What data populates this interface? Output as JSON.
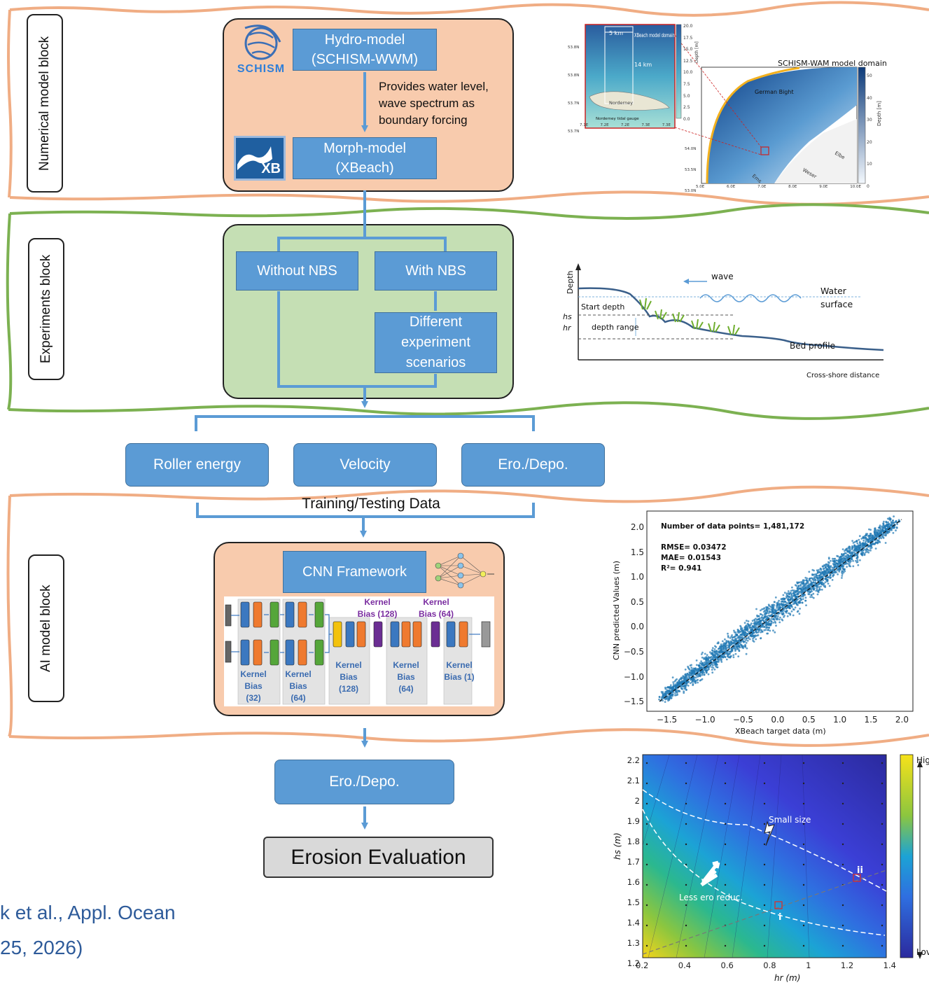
{
  "blocks": {
    "numerical": "Numerical model block",
    "experiments": "Experiments block",
    "ai": "AI model block"
  },
  "numerical": {
    "schism_logo": "SCHISM",
    "xb_logo": "XB",
    "hydro_model": "Hydro-model (SCHISM-WWM)",
    "provides_text": "Provides water level, wave spectrum as boundary forcing",
    "morph_model": "Morph-model (XBeach)"
  },
  "domain_map": {
    "title": "SCHISM-WAM model domain",
    "inset_scale": "5 km",
    "inset_label": "XBeach model domain",
    "inset_length": "14 km",
    "norderney": "Norderney",
    "tidal_gauge": "Norderney tidal gauge",
    "german_bight": "German Bight",
    "rivers": [
      "Ems",
      "Weser",
      "Elbe"
    ],
    "depth_label": "Depth [m]",
    "inset_colorbar": [
      "20.0",
      "17.5",
      "15.0",
      "12.5",
      "10.0",
      "7.5",
      "5.0",
      "2.5",
      "0.0"
    ],
    "main_colorbar": [
      "50",
      "40",
      "30",
      "20",
      "10",
      "0"
    ],
    "inset_lat": [
      "53.8N",
      "53.8N",
      "53.7N",
      "53.7N"
    ],
    "inset_lon": [
      "7.1E",
      "7.2E",
      "7.2E",
      "7.3E",
      "7.3E"
    ],
    "main_lat": [
      "54.0N",
      "53.5N",
      "53.0N"
    ],
    "main_lon": [
      "5.0E",
      "6.0E",
      "7.0E",
      "8.0E",
      "9.0E",
      "10.0E"
    ]
  },
  "experiments": {
    "without": "Without NBS",
    "with": "With NBS",
    "scenarios": "Different experiment scenarios"
  },
  "profile": {
    "depth": "Depth",
    "wave": "wave",
    "water_surface": "Water surface",
    "start_depth": "Start depth",
    "depth_range": "depth range",
    "hs": "hs",
    "hr": "hr",
    "bed_profile": "Bed profile",
    "cross_shore": "Cross-shore distance"
  },
  "outputs": {
    "roller": "Roller energy",
    "velocity": "Velocity",
    "erodepo": "Ero./Depo.",
    "training": "Training/Testing Data"
  },
  "ai": {
    "cnn_framework": "CNN Framework",
    "kernel_bias_128_top": "Kernel Bias (128)",
    "kernel_bias_64_top": "Kernel Bias (64)",
    "chips": [
      "Kernel Bias (32)",
      "Kernel Bias (64)",
      "Kernel Bias (128)",
      "Kernel Bias (64)",
      "Kernel Bias (1)"
    ]
  },
  "result": {
    "erodepo": "Ero./Depo.",
    "evaluation": "Erosion Evaluation",
    "citation_line1": "k et al., Appl. Ocean",
    "citation_line2": "25, 2026)"
  },
  "scatter": {
    "n_points": "Number of data points= 1,481,172",
    "rmse": "RMSE= 0.03472",
    "mae": "MAE= 0.01543",
    "r2": "R²= 0.941",
    "xlabel": "XBeach target data (m)",
    "ylabel": "CNN predicted Values (m)",
    "xticks": [
      "−1.5",
      "−1.0",
      "−0.5",
      "0.0",
      "0.5",
      "1.0",
      "1.5",
      "2.0"
    ],
    "yticks": [
      "2.0",
      "1.5",
      "1.0",
      "0.5",
      "0.0",
      "−0.5",
      "−1.0",
      "−1.5"
    ]
  },
  "contour": {
    "small_size": "Small size",
    "less_ero": "Less ero reduc.",
    "point_i": "i",
    "point_ii": "ii",
    "xlabel": "hr (m)",
    "ylabel": "hs (m)",
    "xticks": [
      "0.2",
      "0.4",
      "0.6",
      "0.8",
      "1",
      "1.2",
      "1.4"
    ],
    "yticks": [
      "2.2",
      "2.1",
      "2",
      "1.9",
      "1.8",
      "1.7",
      "1.6",
      "1.5",
      "1.4",
      "1.3",
      "1.2"
    ],
    "cb_high": "Hig",
    "cb_low": "Lov"
  },
  "colors": {
    "blue_box": "#5b9bd5",
    "orange_frame": "#f0ad84",
    "green_frame": "#7cb151",
    "peach_fill": "#f8cbad",
    "green_fill": "#c5dfb4",
    "arrow": "#5b9bd5"
  }
}
